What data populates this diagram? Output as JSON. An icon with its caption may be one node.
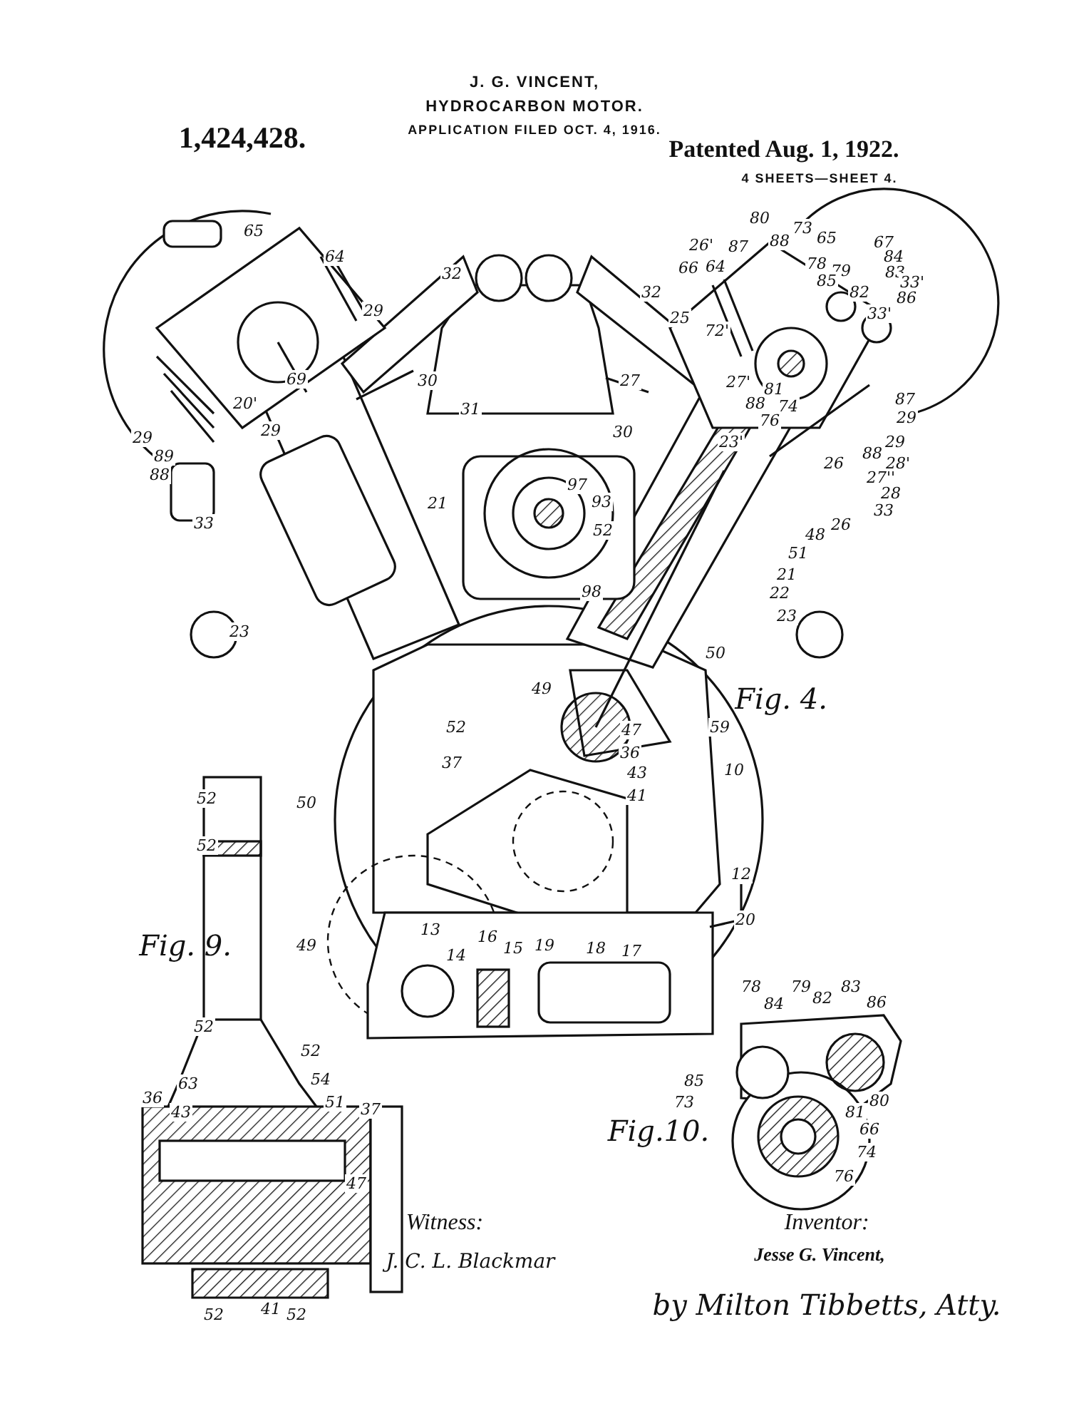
{
  "diagram": {
    "labels": [
      "1,424,428.",
      "J. G. VINCENT,",
      "HYDROCARBON MOTOR.",
      "APPLICATION FILED OCT. 4, 1916.",
      "Patented Aug. 1, 1922.",
      "4 SHEETS—SHEET 4.",
      "80",
      "65",
      "73",
      "65",
      "88",
      "26'",
      "87",
      "67",
      "64",
      "84",
      "78",
      "66",
      "64",
      "79",
      "83",
      "32",
      "85",
      "33'",
      "82",
      "32",
      "86",
      "29",
      "33'",
      "25",
      "72'",
      "30",
      "69",
      "27",
      "27'",
      "81",
      "87",
      "20'",
      "88",
      "74",
      "31",
      "29",
      "76",
      "29",
      "30",
      "29",
      "23'",
      "29",
      "88",
      "89",
      "28'",
      "26",
      "88",
      "27''",
      "97",
      "28",
      "93",
      "21",
      "33",
      "33",
      "26",
      "52",
      "48",
      "51",
      "21",
      "98",
      "22",
      "23",
      "23",
      "50",
      "49",
      "Fig. 4.",
      "52",
      "59",
      "47",
      "36",
      "37",
      "43",
      "10",
      "41",
      "12",
      "20",
      "13",
      "16",
      "14",
      "15",
      "19",
      "18",
      "17",
      "52",
      "50",
      "52",
      "Fig. 9.",
      "49",
      "52",
      "52",
      "54",
      "63",
      "36",
      "43",
      "51",
      "37",
      "47",
      "52",
      "41",
      "52",
      "78",
      "79",
      "83",
      "84",
      "82",
      "86",
      "85",
      "73",
      "80",
      "81",
      "Fig.10.",
      "66",
      "74",
      "76",
      "Witness:",
      "J. C. L. Blackmar",
      "Inventor:",
      "Jesse G. Vincent,",
      "by Milton Tibbetts, Atty."
    ]
  }
}
